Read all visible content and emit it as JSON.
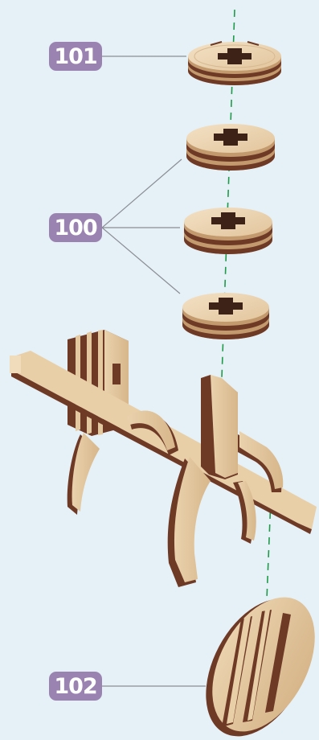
{
  "labels": {
    "part_101": "101",
    "part_100": "100",
    "part_102": "102"
  },
  "colors": {
    "background": "#e6f1f7",
    "badge": "#9b83b1",
    "leader_line": "#8a8f95",
    "axis_line": "#1f9a4a",
    "wood_light": "#ecd6b6",
    "wood_mid": "#d9bb92",
    "wood_dark": "#6e3a26"
  },
  "icons": {
    "washer": "washer-with-cross-hole",
    "shaft_assembly": "shifter-fork-assembly",
    "disc": "slotted-disc"
  }
}
